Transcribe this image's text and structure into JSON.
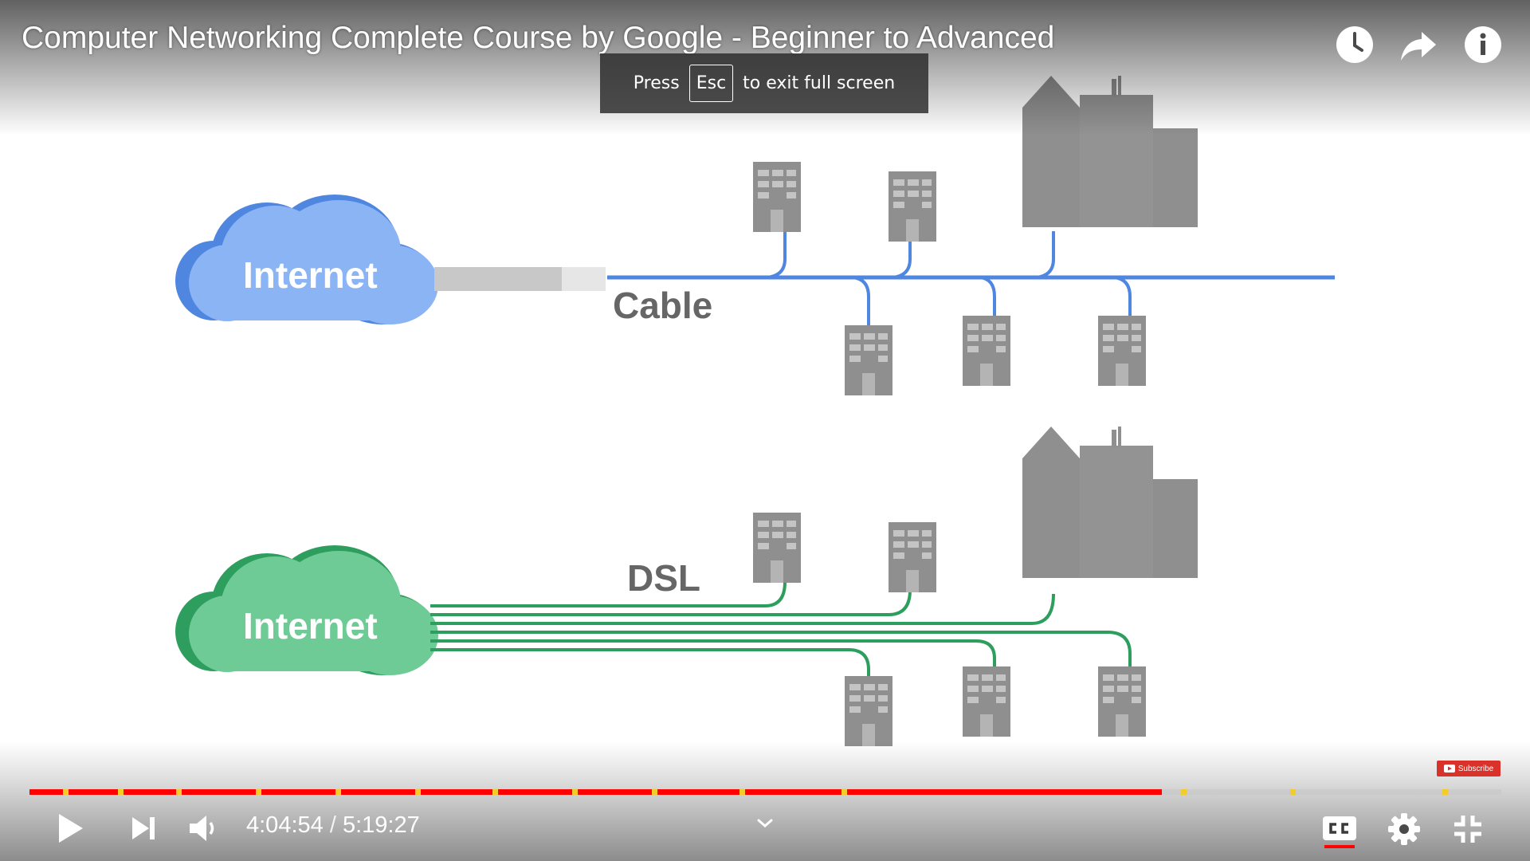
{
  "video": {
    "title": "Computer Networking Complete Course by Google - Beginner to Advanced"
  },
  "fullscreen_hint": {
    "prefix": "Press",
    "key": "Esc",
    "suffix": "to exit full screen"
  },
  "diagram": {
    "top_cloud_label": "Internet",
    "top_connection_label": "Cable",
    "bottom_cloud_label": "Internet",
    "bottom_connection_label": "DSL",
    "colors": {
      "cable_line": "#4f86e0",
      "dsl_line": "#2e9e5e",
      "blue_cloud": "#8ab4f4",
      "green_cloud": "#6fcb95",
      "building": "#8c8c8c"
    }
  },
  "watermark": {
    "subscribe_label": "Subscribe"
  },
  "player": {
    "current_time": "4:04:54",
    "separator": "/",
    "duration": "5:19:27",
    "progress_fraction": 0.7693,
    "accent_color": "#ff0000",
    "chapter_color": "#f4cc2a",
    "icons": {
      "watch_later": "clock-icon",
      "share": "share-arrow-icon",
      "info": "info-icon",
      "play": "play-icon",
      "next": "next-icon",
      "volume": "volume-icon",
      "chapters": "chevron-down-icon",
      "captions": "cc-icon",
      "settings": "gear-icon",
      "exit_fullscreen": "exit-fullscreen-icon"
    }
  }
}
